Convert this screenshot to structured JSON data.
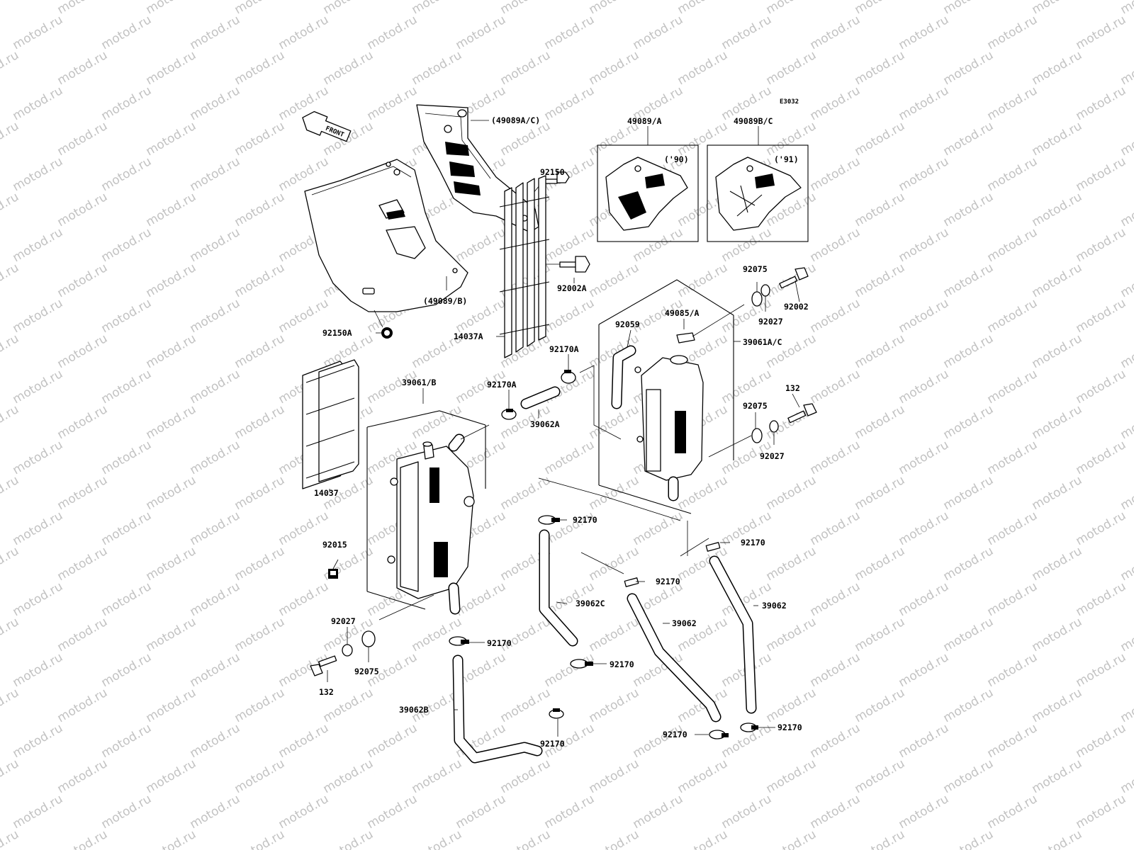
{
  "diagram": {
    "code": "E3032",
    "front_label": "FRONT",
    "watermark_text": "motod.ru",
    "labels": {
      "p49089_ac": "(49089A/C)",
      "p92150": "92150",
      "p49089_b": "(49089/B)",
      "p92150a": "92150A",
      "p92002a": "92002A",
      "p14037a": "14037A",
      "p14037": "14037",
      "p49089_a": "49089/A",
      "p49089_bc": "49089B/C",
      "year90": "('90)",
      "year91": "('91)",
      "p92075_top": "92075",
      "p92002": "92002",
      "p92027_top": "92027",
      "p49085_a": "49085/A",
      "p92059": "92059",
      "p39061_ac": "39061A/C",
      "p92170a_top": "92170A",
      "p92170a_mid": "92170A",
      "p39062a": "39062A",
      "p39061_b": "39061/B",
      "p132_right": "132",
      "p92075_right": "92075",
      "p92027_right": "92027",
      "p92170_a": "92170",
      "p92170_b": "92170",
      "p92170_c": "92170",
      "p39062c": "39062C",
      "p39062_mid": "39062",
      "p39062_right": "39062",
      "p92015": "92015",
      "p92027_left": "92027",
      "p92075_left": "92075",
      "p132_left": "132",
      "p92170_d": "92170",
      "p92170_e": "92170",
      "p39062b": "39062B",
      "p92170_f": "92170",
      "p92170_g": "92170",
      "p92170_h": "92170"
    }
  }
}
